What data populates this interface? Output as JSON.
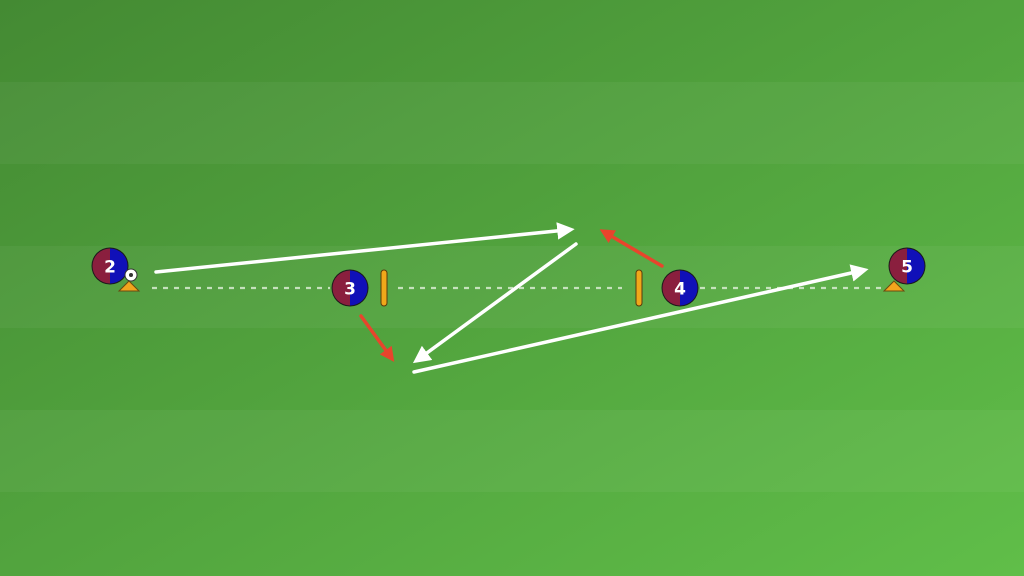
{
  "colors": {
    "grass_dark": "#479036",
    "grass_light": "#5cb845",
    "pass_line": "#ffffff",
    "run_arrow": "#e8452c",
    "player_left": "#8a1f3e",
    "player_right": "#1010b8",
    "pole": "#f0a81a",
    "cone": "#f2a51d",
    "guide_line": "#d9ecd2"
  },
  "players": [
    {
      "id": "player-2",
      "number": "2"
    },
    {
      "id": "player-3",
      "number": "3"
    },
    {
      "id": "player-4",
      "number": "4"
    },
    {
      "id": "player-5",
      "number": "5"
    }
  ],
  "icons": {
    "ball": "soccer-ball-icon",
    "cone": "cone-icon",
    "pole": "pole-icon"
  }
}
